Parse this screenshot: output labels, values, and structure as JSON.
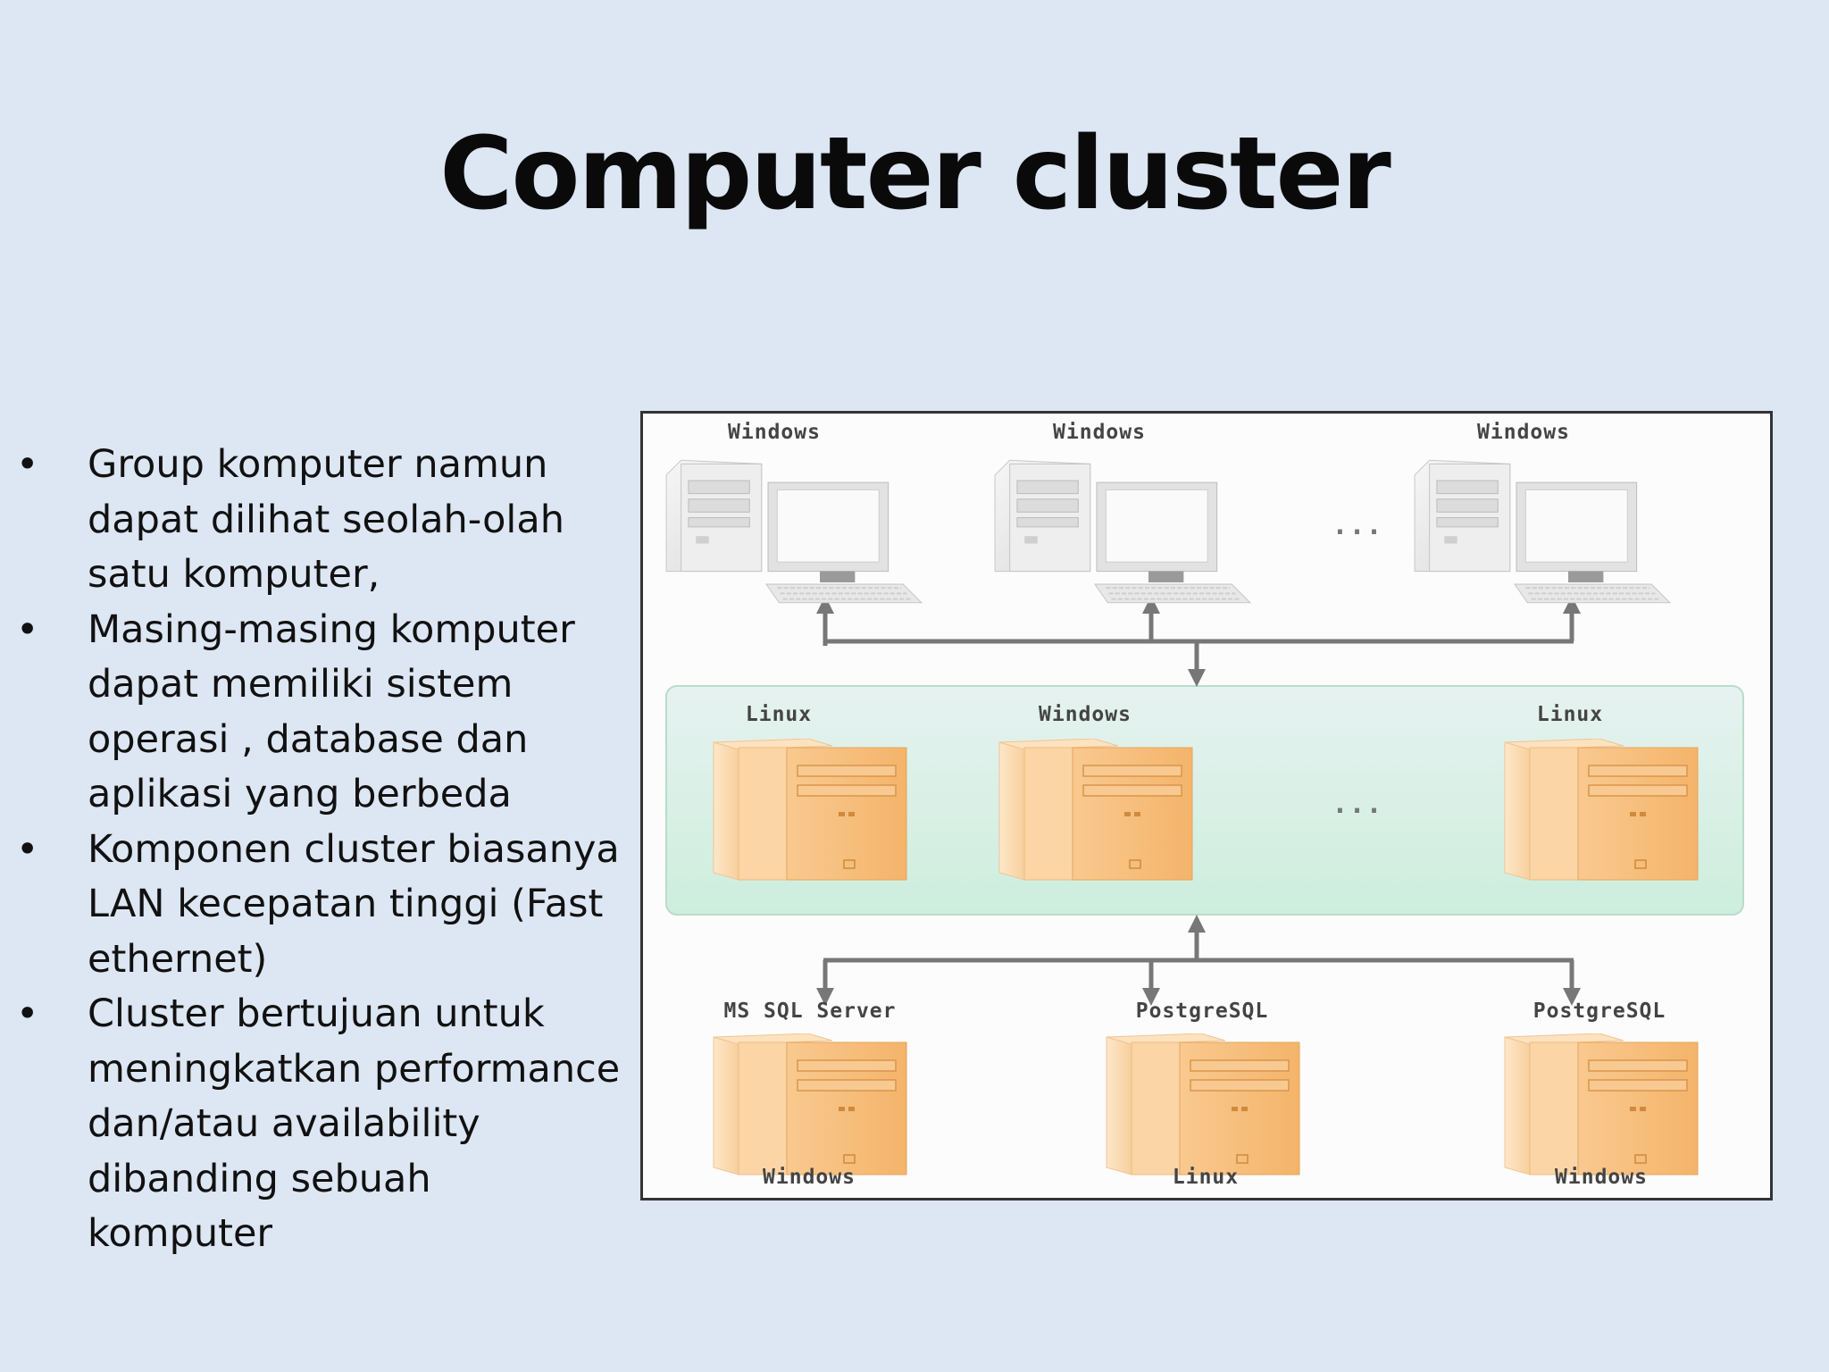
{
  "slide": {
    "background": "#dde6f3",
    "title": "Computer cluster",
    "bullets": [
      {
        "text": "Group komputer namun dapat dilihat seolah-olah satu komputer,"
      },
      {
        "text": "Masing-masing komputer dapat memiliki sistem operasi , database dan aplikasi yang berbeda"
      },
      {
        "text": "Komponen cluster biasanya LAN kecepatan tinggi (Fast ethernet)"
      },
      {
        "text": "Cluster bertujuan untuk meningkatkan performance dan/atau availability dibanding sebuah komputer"
      }
    ],
    "bullet_symbol": "•"
  },
  "diagram": {
    "clients": [
      {
        "os": "Windows",
        "icon": "desktop-computer-icon"
      },
      {
        "os": "Windows",
        "icon": "desktop-computer-icon"
      },
      {
        "os": "Windows",
        "icon": "desktop-computer-icon"
      }
    ],
    "client_ellipsis": "...",
    "cluster_nodes": [
      {
        "os": "Linux",
        "icon": "server-tower-icon"
      },
      {
        "os": "Windows",
        "icon": "server-tower-icon"
      },
      {
        "os": "Linux",
        "icon": "server-tower-icon"
      }
    ],
    "cluster_ellipsis": "...",
    "databases": [
      {
        "db": "MS SQL Server",
        "os": "Windows",
        "icon": "server-tower-icon"
      },
      {
        "db": "PostgreSQL",
        "os": "Linux",
        "icon": "server-tower-icon"
      },
      {
        "db": "PostgreSQL",
        "os": "Windows",
        "icon": "server-tower-icon"
      }
    ],
    "colors": {
      "cluster_panel": "#dff3ea",
      "server_body": "#f7c486",
      "computer_body": "#e9e9e9",
      "arrow": "#777777"
    }
  }
}
